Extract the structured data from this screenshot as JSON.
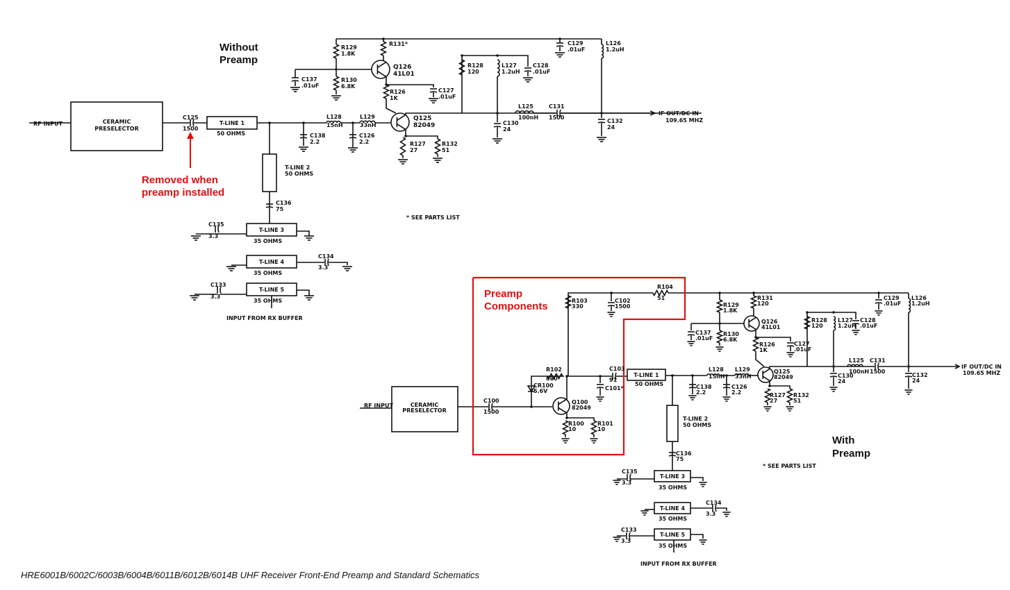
{
  "colors": {
    "annotation": "#e01010",
    "ink": "#111111"
  },
  "annotations": {
    "without_preamp": [
      "Without",
      "Preamp"
    ],
    "with_preamp": [
      "With",
      "Preamp"
    ],
    "removed": [
      "Removed when",
      "preamp installed"
    ],
    "preamp_components": [
      "Preamp",
      "Components"
    ]
  },
  "caption": "HRE6001B/6002C/6003B/6004B/6011B/6012B/6014B UHF Receiver Front-End Preamp and Standard Schematics",
  "see_parts_list": "* SEE PARTS LIST",
  "top": {
    "rf_input": "RF INPUT",
    "preselector": [
      "CERAMIC",
      "PRESELECTOR"
    ],
    "c125": [
      "C125",
      "1500"
    ],
    "tline1": [
      "T-LINE 1",
      "50 OHMS"
    ],
    "tline2": [
      "T-LINE 2",
      "50 OHMS"
    ],
    "c136": [
      "C136",
      "75"
    ],
    "tline3": [
      "T-LINE 3",
      "35 OHMS"
    ],
    "c135": [
      "C135",
      "3.3"
    ],
    "tline4": [
      "T-LINE 4",
      "35 OHMS"
    ],
    "c134": [
      "C134",
      "3.3"
    ],
    "tline5": [
      "T-LINE 5",
      "35 OHMS"
    ],
    "c133": [
      "C133",
      "3.3"
    ],
    "input_rx_buffer": "INPUT FROM RX BUFFER",
    "c138": [
      "C138",
      "2.2"
    ],
    "l128": [
      "L128",
      "15nH"
    ],
    "l129": [
      "L129",
      "33nH"
    ],
    "c126": [
      "C126",
      "2.2"
    ],
    "q125": [
      "Q125",
      "82049"
    ],
    "r127": [
      "R127",
      "27"
    ],
    "r132": [
      "R132",
      "51"
    ],
    "q126": [
      "Q126",
      "41L01"
    ],
    "r129": [
      "R129",
      "1.8K"
    ],
    "r130": [
      "R130",
      "6.8K"
    ],
    "c137": [
      "C137",
      ".01uF"
    ],
    "r131": [
      "R131*"
    ],
    "r126": [
      "R126",
      "1K"
    ],
    "c127": [
      "C127",
      ".01uF"
    ],
    "r128": [
      "R128",
      "120"
    ],
    "l127": [
      "L127",
      "1.2uH"
    ],
    "c128": [
      "C128",
      ".01uF"
    ],
    "c129": [
      "C129",
      ".01uF"
    ],
    "l126": [
      "L126",
      "1.2uH"
    ],
    "c130": [
      "C130",
      "24"
    ],
    "l125": [
      "L125",
      "100nH"
    ],
    "c131": [
      "C131",
      "1500"
    ],
    "c132": [
      "C132",
      "24"
    ],
    "if_out": [
      "IF OUT/DC IN",
      "109.65 MHZ"
    ]
  },
  "bottom": {
    "rf_input": "RF INPUT",
    "preselector": [
      "CERAMIC",
      "PRESELECTOR"
    ],
    "c100": [
      "C100",
      "1500"
    ],
    "cr100": [
      "CR100",
      "5.6V"
    ],
    "r102": [
      "R102",
      "680"
    ],
    "q100": [
      "Q100",
      "82049"
    ],
    "r100": [
      "R100",
      "10"
    ],
    "r101": [
      "R101",
      "10"
    ],
    "r103": [
      "R103",
      "330"
    ],
    "c102": [
      "C102",
      "1500"
    ],
    "r104": [
      "R104",
      "51"
    ],
    "c103": [
      "C103",
      "91"
    ],
    "c101": [
      "C101*"
    ],
    "tline1": [
      "T-LINE 1",
      "50 OHMS"
    ],
    "tline2": [
      "T-LINE 2",
      "50 OHMS"
    ],
    "c136": [
      "C136",
      "75"
    ],
    "tline3": [
      "T-LINE 3",
      "35 OHMS"
    ],
    "c135": [
      "C135",
      "3.3"
    ],
    "tline4": [
      "T-LINE 4",
      "35 OHMS"
    ],
    "c134": [
      "C134",
      "3.3"
    ],
    "tline5": [
      "T-LINE 5",
      "35 OHMS"
    ],
    "c133": [
      "C133",
      "3.3"
    ],
    "input_rx_buffer": "INPUT FROM RX BUFFER",
    "c138": [
      "C138",
      "2.2"
    ],
    "l128": [
      "L128",
      "15nH"
    ],
    "l129": [
      "L129",
      "33nH"
    ],
    "c126": [
      "C126",
      "2.2"
    ],
    "q125": [
      "Q125",
      "82049"
    ],
    "r127": [
      "R127",
      "27"
    ],
    "r132": [
      "R132",
      "51"
    ],
    "q126": [
      "Q126",
      "41L01"
    ],
    "r129": [
      "R129",
      "1.8K"
    ],
    "r130": [
      "R130",
      "6.8K"
    ],
    "c137": [
      "C137",
      ".01uF"
    ],
    "r131": [
      "R131",
      "120"
    ],
    "r126": [
      "R126",
      "1K"
    ],
    "c127": [
      "C127",
      ".01uF"
    ],
    "r128": [
      "R128",
      "120"
    ],
    "l127": [
      "L127",
      "1.2uH"
    ],
    "c128": [
      "C128",
      ".01uF"
    ],
    "c129": [
      "C129",
      ".01uF"
    ],
    "l126": [
      "L126",
      "1.2uH"
    ],
    "c130": [
      "C130",
      "24"
    ],
    "l125": [
      "L125",
      "100nH"
    ],
    "c131": [
      "C131",
      "1500"
    ],
    "c132": [
      "C132",
      "24"
    ],
    "if_out": [
      "IF OUT/DC IN",
      "109.65 MHZ"
    ]
  }
}
